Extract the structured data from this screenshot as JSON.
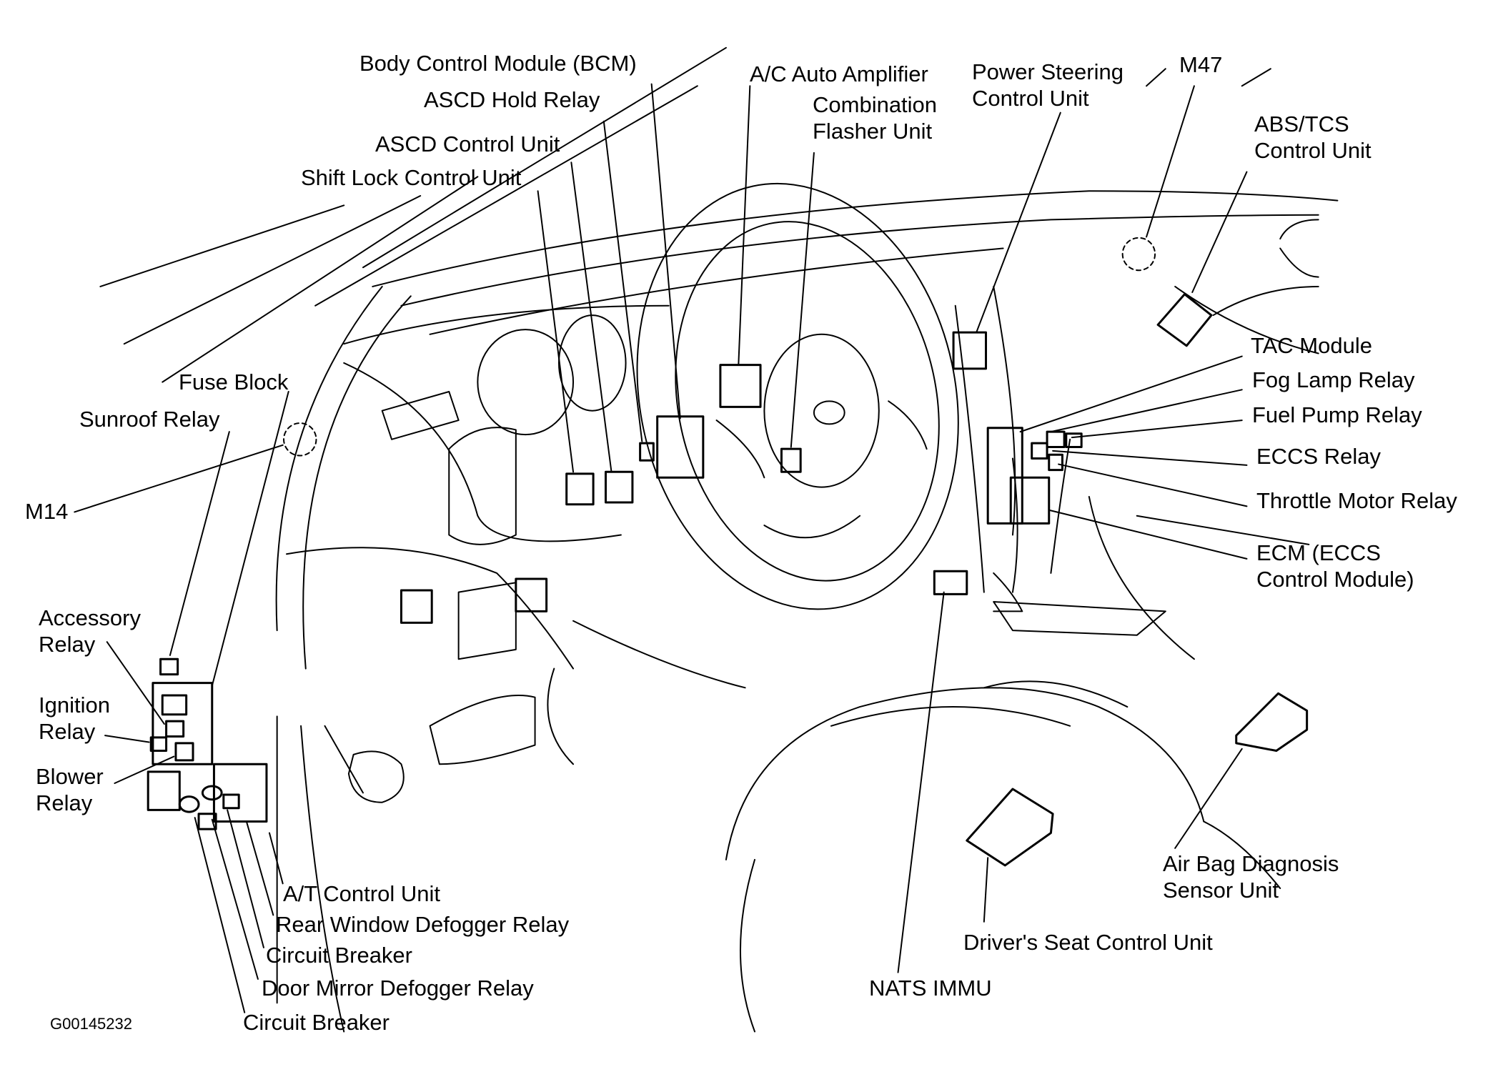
{
  "figure_id": "G00145232",
  "colors": {
    "ink": "#000000",
    "paper": "#ffffff"
  },
  "labels": {
    "bcm": "Body Control Module (BCM)",
    "ascd_hold_relay": "ASCD Hold Relay",
    "ascd_control_unit": "ASCD Control Unit",
    "shift_lock_control_unit": "Shift Lock Control Unit",
    "ac_auto_amplifier": "A/C Auto Amplifier",
    "combination_flasher_unit": "Combination\nFlasher Unit",
    "power_steering_control_unit": "Power Steering\nControl Unit",
    "m47": "M47",
    "abs_tcs_control_unit": "ABS/TCS\nControl Unit",
    "tac_module": "TAC Module",
    "fog_lamp_relay": "Fog Lamp Relay",
    "fuel_pump_relay": "Fuel Pump Relay",
    "eccs_relay": "ECCS Relay",
    "throttle_motor_relay": "Throttle Motor Relay",
    "ecm": "ECM (ECCS\nControl Module)",
    "fuse_block": "Fuse Block",
    "sunroof_relay": "Sunroof Relay",
    "m14": "M14",
    "accessory_relay": "Accessory\nRelay",
    "ignition_relay": "Ignition\nRelay",
    "blower_relay": "Blower\nRelay",
    "at_control_unit": "A/T Control Unit",
    "rear_window_defogger_relay": "Rear Window Defogger Relay",
    "circuit_breaker_1": "Circuit Breaker",
    "door_mirror_defogger_relay": "Door Mirror Defogger Relay",
    "circuit_breaker_2": "Circuit Breaker",
    "drivers_seat_control_unit": "Driver's Seat Control Unit",
    "nats_immu": "NATS IMMU",
    "air_bag_diagnosis_sensor_unit": "Air Bag Diagnosis\nSensor Unit"
  }
}
